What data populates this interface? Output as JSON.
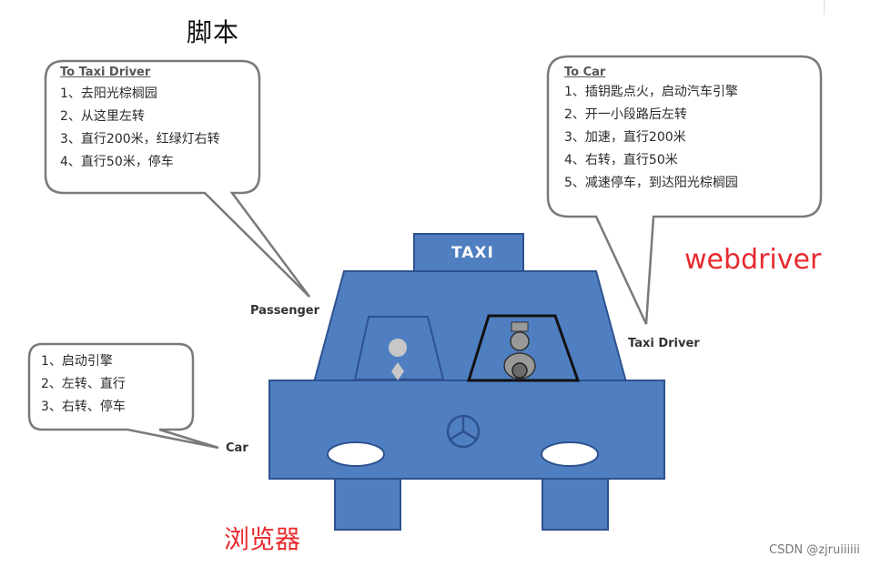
{
  "title": "脚本",
  "taxi_bubble": {
    "heading": "To Taxi Driver",
    "items": [
      "1、去阳光棕榈园",
      "2、从这里左转",
      "3、直行200米，红绿灯右转",
      "4、直行50米，停车"
    ]
  },
  "car_bubble": {
    "heading": "To Car",
    "items": [
      "1、插钥匙点火，启动汽车引擎",
      "2、开一小段路后左转",
      "3、加速，直行200米",
      "4、右转，直行50米",
      "5、减速停车，到达阳光棕榈园"
    ]
  },
  "engine_bubble": {
    "items": [
      "1、启动引擎",
      "2、左转、直行",
      "3、右转、停车"
    ]
  },
  "labels": {
    "passenger": "Passenger",
    "taxi_driver": "Taxi Driver",
    "car": "Car",
    "taxi_sign": "TAXI",
    "webdriver": "webdriver",
    "browser": "浏览器"
  },
  "watermark": "CSDN @zjruiiiiii",
  "colors": {
    "car_body": "#4f7fc1",
    "car_outline": "#2e528f",
    "annotation_red": "#e8292e"
  }
}
